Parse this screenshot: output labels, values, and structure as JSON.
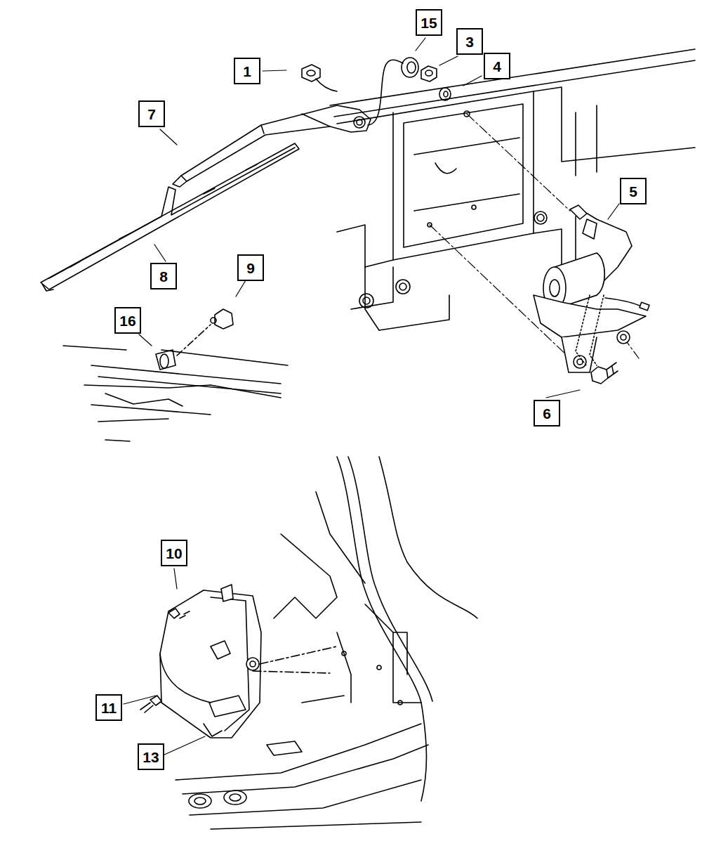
{
  "diagram": {
    "nodes": [
      {
        "text": [
          "15"
        ]
      },
      {
        "text": [
          "3"
        ]
      },
      {
        "text": [
          "4"
        ]
      },
      {
        "text": [
          "1"
        ]
      },
      {
        "text": [
          "7"
        ]
      },
      {
        "text": [
          "5"
        ]
      },
      {
        "text": [
          "9"
        ]
      },
      {
        "text": [
          "8"
        ]
      },
      {
        "text": [
          "16"
        ]
      },
      {
        "text": [
          "6"
        ]
      },
      {
        "text": [
          "10"
        ]
      },
      {
        "text": [
          "11"
        ]
      },
      {
        "text": [
          "13"
        ]
      }
    ]
  }
}
